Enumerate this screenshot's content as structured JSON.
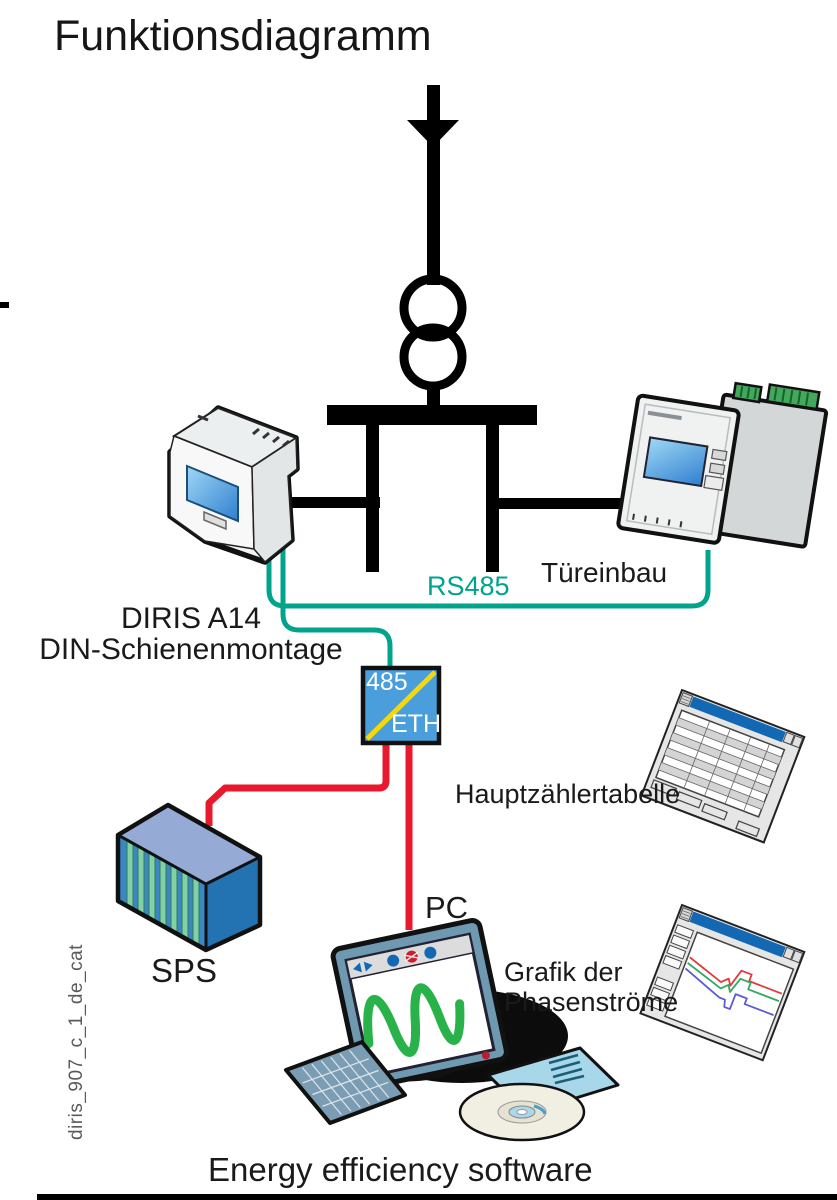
{
  "page": {
    "title": "Funktionsdiagramm",
    "doc_ref": "diris_907_c_1_de_cat",
    "caption": "Energy efficiency software"
  },
  "diagram": {
    "rs485_label": "RS485",
    "door_mount_label": "Türeinbau",
    "din_rail_label_line1": "DIRIS A14",
    "din_rail_label_line2": "DIN-Schienenmontage",
    "converter": {
      "top_label": "485",
      "bottom_label": "ETH"
    },
    "plc_label": "SPS",
    "pc_label": "PC",
    "main_meter_table_caption": "Hauptzählertabelle",
    "phase_graph_caption_line1": "Grafik der",
    "phase_graph_caption_line2": "Phasenströme"
  },
  "colors": {
    "rs485_teal": "#00A38C",
    "wire_red": "#E8192D",
    "converter_blue": "#4A9EDB",
    "converter_yellow": "#F6D80A",
    "window_titlebar_blue": "#1268B3",
    "wave_green": "#2AB24A",
    "plc_front_blue": "#3B87C6",
    "plc_top_blue": "#95ABD6"
  }
}
